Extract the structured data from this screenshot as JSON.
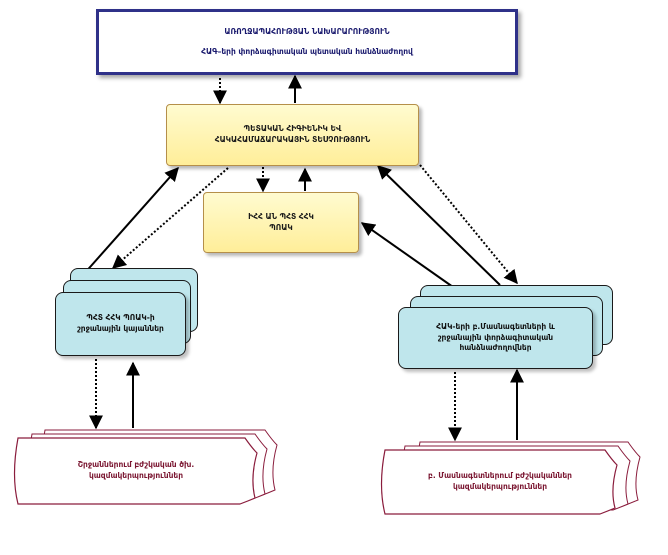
{
  "colors": {
    "blue_border": "#2f3189",
    "yellow_fill": "#fff4b0",
    "cyan_fill": "#bfe6ec",
    "scroll_border": "#8a1c3c",
    "arrow": "#000000"
  },
  "nodes": {
    "top": {
      "title": "ԱՌՈՂՋԱՊԱՀՈՒԹՅԱՆ ՆԱԽԱՐԱՐՈՒԹՅՈՒՆ",
      "subtitle": "ՀԱԳ–երի փորձագիտական պետական հանձնաժողով"
    },
    "center": {
      "line1": "ՊԵՏԱԿԱՆ ՀԻԳԻԵՆԻԿ ԵՎ",
      "line2": "ՀԱԿԱՀԱՄԱՃԱՐԱԿԱՅԻՆ ՏԵՍՉՈՒԹՅՈՒՆ"
    },
    "middle": {
      "line1": "ԻՀՀ ԱՆ ՊՀՏ ՀՀԿ",
      "line2": "ՊՈԱԿ"
    },
    "left": {
      "line1": "ՊՀՏ ՀՀԿ ՊՈԱԿ-ի",
      "line2": "շրջանային կայաններ"
    },
    "right": {
      "line1": "ՀԱԿ-երի բ.Մասնագետների և",
      "line2": "շրջանային փորձագիտական",
      "line3": "հանձնաժողովներ"
    },
    "bottom_left": {
      "line1": "Շրջաններում բժշկական ծխ.",
      "line2": "կազմակերպություններ"
    },
    "bottom_right": {
      "line1": "բ. Մասնագետներում բժշկականներ",
      "line2": "կազմակերպություններ"
    }
  }
}
